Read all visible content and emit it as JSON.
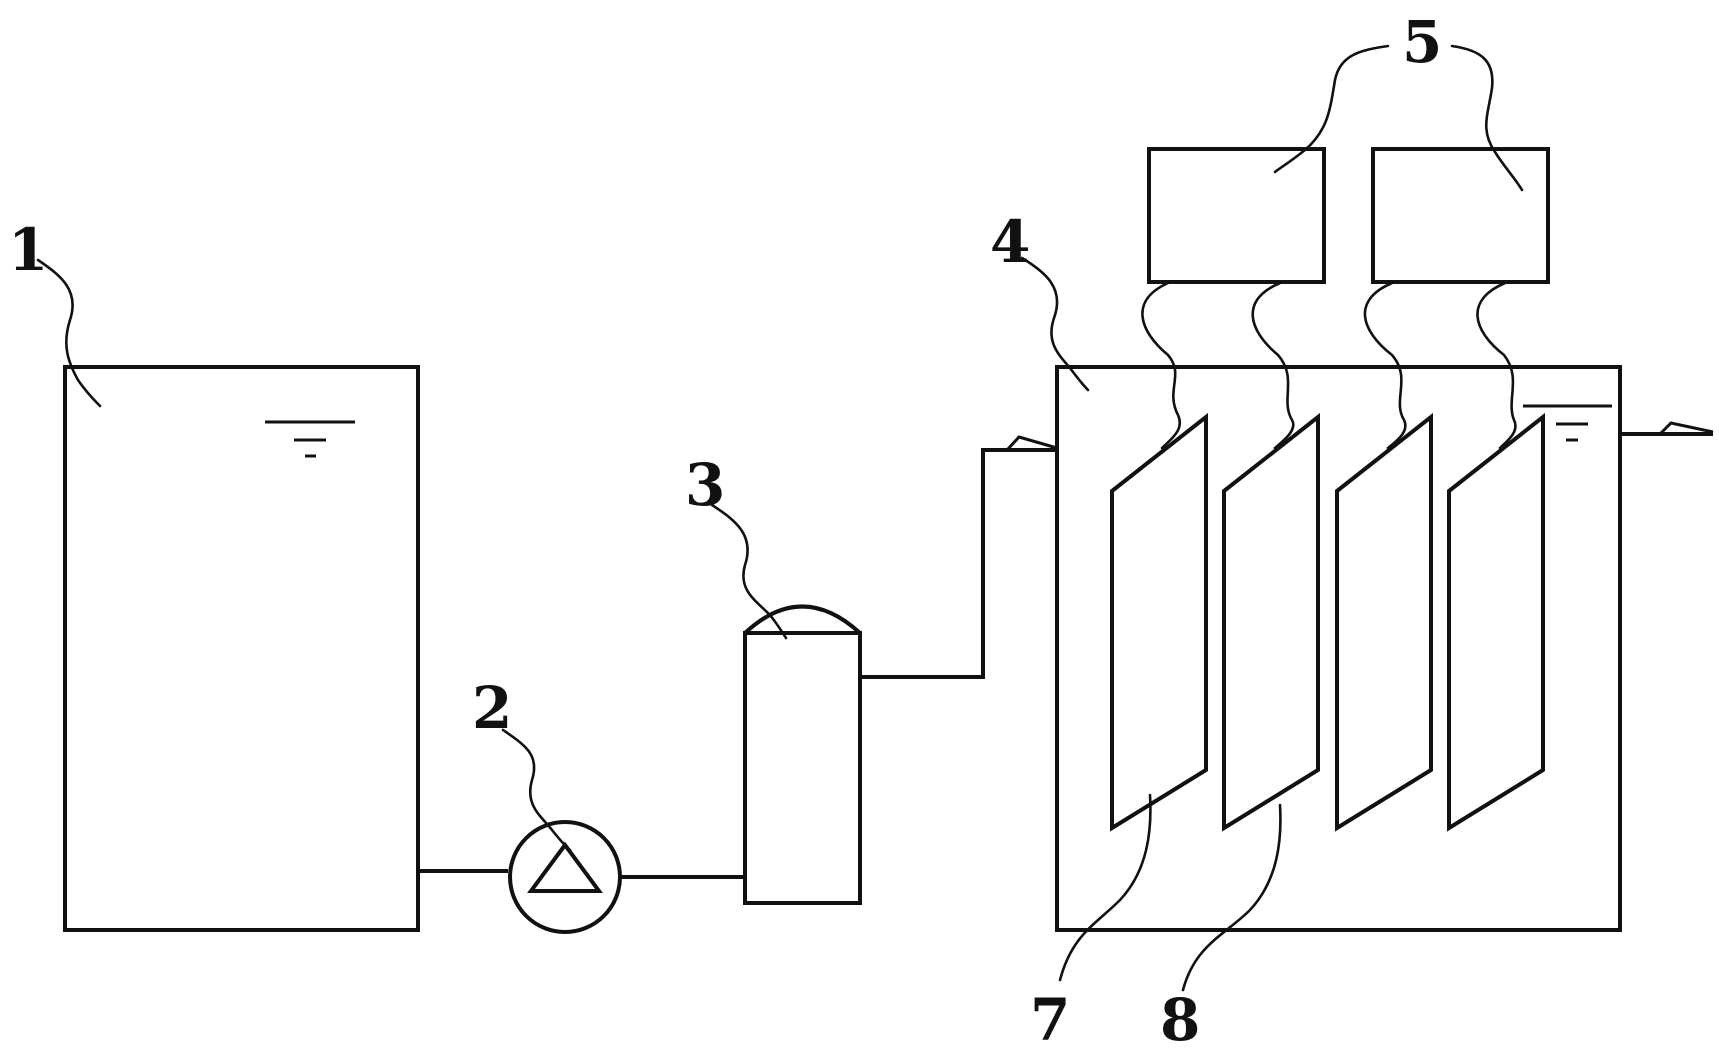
{
  "diagram": {
    "labels": {
      "tank": "1",
      "pump": "2",
      "filter": "3",
      "reactor": "4",
      "power_supply": "5",
      "electrode_a": "7",
      "electrode_b": "8"
    }
  }
}
